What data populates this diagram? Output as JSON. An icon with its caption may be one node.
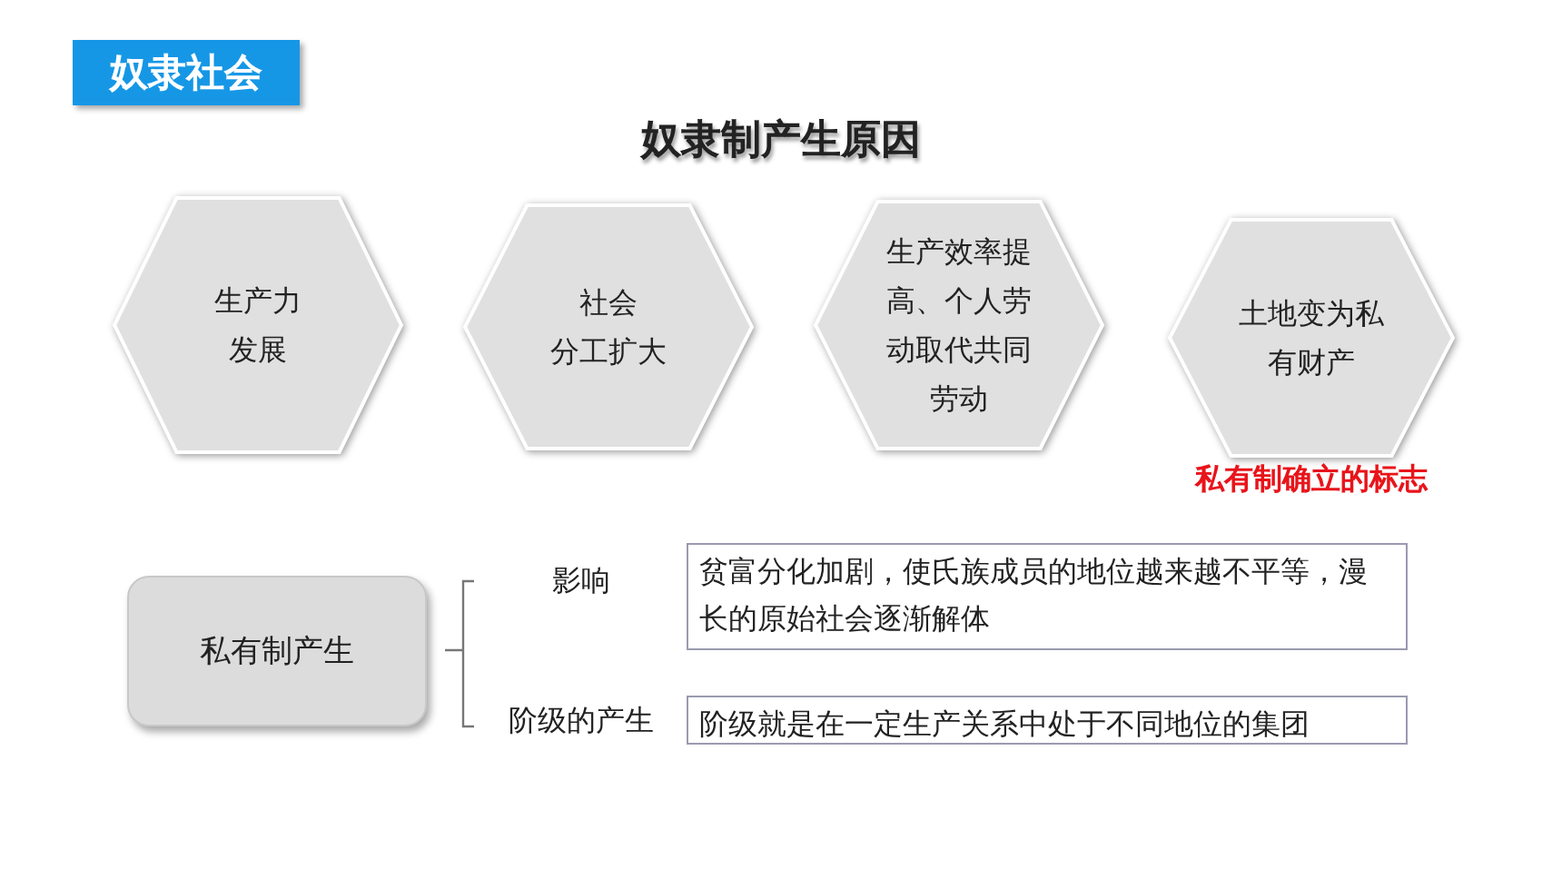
{
  "diagram": {
    "title": "奴隶制产生原因",
    "nodes": [
      {
        "text": [
          "奴隶社会"
        ]
      },
      {
        "text": [
          "生产力发展"
        ]
      },
      {
        "text": [
          "社会分工扩大"
        ]
      },
      {
        "text": [
          "生产效率提高、个人劳动取代共同劳动"
        ]
      },
      {
        "text": [
          "土地变为私有财产"
        ],
        "beside": [
          "私有制确立的标志"
        ]
      },
      {
        "text": [
          "私有制产生"
        ]
      },
      {
        "text": [
          "贫富分化加剧，使氏族成员的地位越来越不平等，漫长的原始社会逐渐解体"
        ]
      },
      {
        "text": [
          "阶级就是在一定生产关系中处于不同地位的集团"
        ]
      }
    ],
    "labels": [
      "影响",
      "阶级的产生"
    ]
  }
}
